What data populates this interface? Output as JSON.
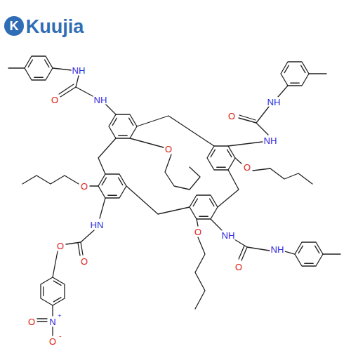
{
  "diagram": {
    "labels": [
      "K",
      "Kuujia",
      "NH",
      "O",
      "NH",
      "O",
      "NH",
      "NH",
      "O",
      "O",
      "O",
      "O",
      "HN",
      "O",
      "O",
      "N",
      "+",
      "O",
      "O",
      "-",
      "NH",
      "O",
      "NH"
    ]
  }
}
